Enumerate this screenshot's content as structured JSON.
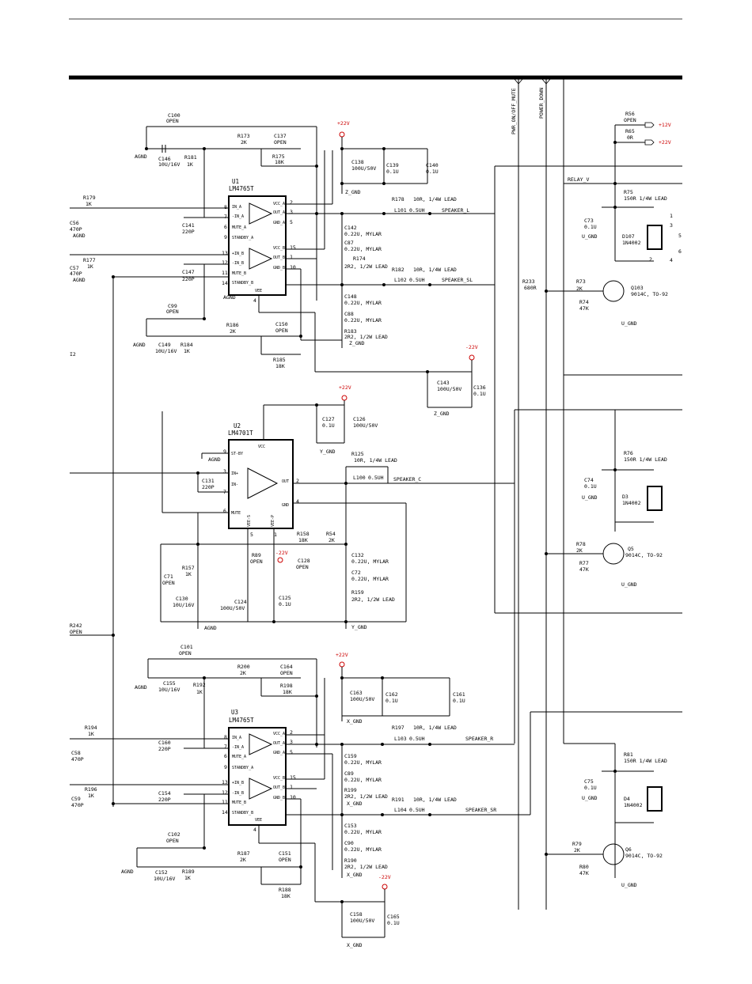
{
  "nets": {
    "pwr_mute": "PWR_ON/OFF_MUTE",
    "power_down": "POWER_DOWN",
    "relay_v": "RELAY_V",
    "plus12": "+12V",
    "plus22": "+22V",
    "minus22": "-22V",
    "agnd": "AGND",
    "z_gnd": "Z_GND",
    "y_gnd": "Y_GND",
    "x_gnd": "X_GND",
    "u_gnd": "U_GND",
    "speaker_l": "SPEAKER_L",
    "speaker_sl": "SPEAKER_SL",
    "speaker_c": "SPEAKER_C",
    "speaker_r": "SPEAKER_R",
    "speaker_sr": "SPEAKER_SR",
    "margin_label": "I2"
  },
  "chips": {
    "u1": {
      "ref": "U1",
      "part": "LM4765T"
    },
    "u2": {
      "ref": "U2",
      "part": "LM4701T"
    },
    "u3": {
      "ref": "U3",
      "part": "LM4765T"
    }
  },
  "pins_4765": {
    "left": [
      "IN_A",
      "-IN_A",
      "MUTE_A",
      "STANDBY_A",
      "+IN_B",
      "-IN_B",
      "MUTE_B",
      "STANDBY_B"
    ],
    "right": [
      "VCC_A",
      "OUT_A",
      "GND_A",
      "VCC_B",
      "OUT_B",
      "GND_B",
      "VEE"
    ],
    "nums_left": [
      "8",
      "7",
      "6",
      "9",
      "13",
      "12",
      "11",
      "14"
    ],
    "nums_right": [
      "2",
      "3",
      "5",
      "15",
      "1",
      "10",
      "4"
    ]
  },
  "pins_4701": {
    "left": [
      "ST-BY",
      "IN+",
      "IN-",
      "MUTE"
    ],
    "right": [
      "OUT",
      "GND"
    ],
    "top": "VCC",
    "bottom": [
      "VEE-S",
      "VEE-P"
    ],
    "nums": [
      "9",
      "3",
      "7",
      "6",
      "2",
      "4",
      "5",
      "1"
    ]
  },
  "comp": {
    "c100": [
      "C100",
      "OPEN"
    ],
    "c146": [
      "C146",
      "10U/16V"
    ],
    "r181": [
      "R181",
      "1K"
    ],
    "r173": [
      "R173",
      "2K"
    ],
    "c137": [
      "C137",
      "OPEN"
    ],
    "r175": [
      "R175",
      "18K"
    ],
    "c138": [
      "C138",
      "100U/50V"
    ],
    "c139": [
      "C139",
      "0.1U"
    ],
    "c140": [
      "C140",
      "0.1U"
    ],
    "r179": [
      "R179",
      "1K"
    ],
    "c141": [
      "C141",
      "220P"
    ],
    "c56": [
      "C56",
      "470P"
    ],
    "r177": [
      "R177",
      "1K"
    ],
    "c57": [
      "C57",
      "470P"
    ],
    "c147": [
      "C147",
      "220P"
    ],
    "r178": [
      "R178",
      "10R, 1/4W LEAD"
    ],
    "l101": [
      "L101",
      "0.5UH"
    ],
    "c142": [
      "C142",
      "0.22U, MYLAR"
    ],
    "c87": [
      "C87",
      "0.22U, MYLAR"
    ],
    "r174": [
      "R174",
      "2R2, 1/2W LEAD"
    ],
    "r182": [
      "R182",
      "10R, 1/4W LEAD"
    ],
    "l102": [
      "L102",
      "0.5UH"
    ],
    "c148": [
      "C148",
      "0.22U, MYLAR"
    ],
    "c88": [
      "C88",
      "0.22U, MYLAR"
    ],
    "r183": [
      "R183",
      "2R2, 1/2W LEAD"
    ],
    "c99": [
      "C99",
      "OPEN"
    ],
    "c149": [
      "C149",
      "10U/16V"
    ],
    "r184": [
      "R184",
      "1K"
    ],
    "r186": [
      "R186",
      "2K"
    ],
    "c150": [
      "C150",
      "OPEN"
    ],
    "r185": [
      "R185",
      "18K"
    ],
    "c143": [
      "C143",
      "100U/50V"
    ],
    "c136": [
      "C136",
      "0.1U"
    ],
    "c127": [
      "C127",
      "0.1U"
    ],
    "c126": [
      "C126",
      "100U/50V"
    ],
    "r125": [
      "R125",
      "10R, 1/4W LEAD"
    ],
    "l100": [
      "L100",
      "0.5UH"
    ],
    "c131": [
      "C131",
      "220P"
    ],
    "r158": [
      "R158",
      "18K"
    ],
    "r54": [
      "R54",
      "2K"
    ],
    "r89": [
      "R89",
      "OPEN"
    ],
    "c128": [
      "C128",
      "OPEN"
    ],
    "c132": [
      "C132",
      "0.22U, MYLAR"
    ],
    "c72": [
      "C72",
      "0.22U, MYLAR"
    ],
    "r159": [
      "R159",
      "2R2, 1/2W LEAD"
    ],
    "c71": [
      "C71",
      "OPEN"
    ],
    "r157": [
      "R157",
      "1K"
    ],
    "c130": [
      "C130",
      "10U/16V"
    ],
    "c124": [
      "C124",
      "100U/50V"
    ],
    "c125": [
      "C125",
      "0.1U"
    ],
    "r242": [
      "R242",
      "OPEN"
    ],
    "c101": [
      "C101",
      "OPEN"
    ],
    "c155": [
      "C155",
      "10U/16V"
    ],
    "r192": [
      "R192",
      "1K"
    ],
    "r200": [
      "R200",
      "2K"
    ],
    "c164": [
      "C164",
      "OPEN"
    ],
    "r198": [
      "R198",
      "18K"
    ],
    "c163": [
      "C163",
      "100U/50V"
    ],
    "c162": [
      "C162",
      "0.1U"
    ],
    "c161": [
      "C161",
      "0.1U"
    ],
    "r194": [
      "R194",
      "1K"
    ],
    "c160": [
      "C160",
      "220P"
    ],
    "c58": [
      "C58",
      "470P"
    ],
    "r196": [
      "R196",
      "1K"
    ],
    "c59": [
      "C59",
      "470P"
    ],
    "c154": [
      "C154",
      "220P"
    ],
    "r197": [
      "R197",
      "10R, 1/4W LEAD"
    ],
    "l103": [
      "L103",
      "0.5UH"
    ],
    "c159": [
      "C159",
      "0.22U, MYLAR"
    ],
    "c89": [
      "C89",
      "0.22U, MYLAR"
    ],
    "r199": [
      "R199",
      "2R2, 1/2W LEAD"
    ],
    "r191": [
      "R191",
      "10R, 1/4W LEAD"
    ],
    "l104": [
      "L104",
      "0.5UH"
    ],
    "c153": [
      "C153",
      "0.22U, MYLAR"
    ],
    "c90": [
      "C90",
      "0.22U, MYLAR"
    ],
    "r190": [
      "R190",
      "2R2, 1/2W LEAD"
    ],
    "c102": [
      "C102",
      "OPEN"
    ],
    "c152": [
      "C152",
      "10U/16V"
    ],
    "r189": [
      "R189",
      "1K"
    ],
    "r187": [
      "R187",
      "2K"
    ],
    "c151": [
      "C151",
      "OPEN"
    ],
    "r188": [
      "R188",
      "18K"
    ],
    "c158": [
      "C158",
      "100U/50V"
    ],
    "c165": [
      "C165",
      "0.1U"
    ],
    "r56": [
      "R56",
      "OPEN"
    ],
    "r65": [
      "R65",
      "0R"
    ],
    "r75": [
      "R75",
      "150R 1/4W LEAD"
    ],
    "c73": [
      "C73",
      "0.1U"
    ],
    "d107": [
      "D107",
      "1N4002"
    ],
    "r233": [
      "R233",
      "680R"
    ],
    "r73": [
      "R73",
      "2K"
    ],
    "r74": [
      "R74",
      "47K"
    ],
    "q103": [
      "Q103",
      "9014C, TO-92"
    ],
    "r76": [
      "R76",
      "150R 1/4W LEAD"
    ],
    "c74": [
      "C74",
      "0.1U"
    ],
    "d3": [
      "D3",
      "1N4002"
    ],
    "r78": [
      "R78",
      "2K"
    ],
    "r77": [
      "R77",
      "47K"
    ],
    "q5": [
      "Q5",
      "9014C, TO-92"
    ],
    "r81": [
      "R81",
      "150R 1/4W LEAD"
    ],
    "c75": [
      "C75",
      "0.1U"
    ],
    "d4": [
      "D4",
      "1N4002"
    ],
    "r79": [
      "R79",
      "2K"
    ],
    "r80": [
      "R80",
      "47K"
    ],
    "q6": [
      "Q6",
      "9014C, TO-92"
    ]
  },
  "relay_pins": [
    "1",
    "2",
    "3",
    "4",
    "5",
    "6"
  ]
}
